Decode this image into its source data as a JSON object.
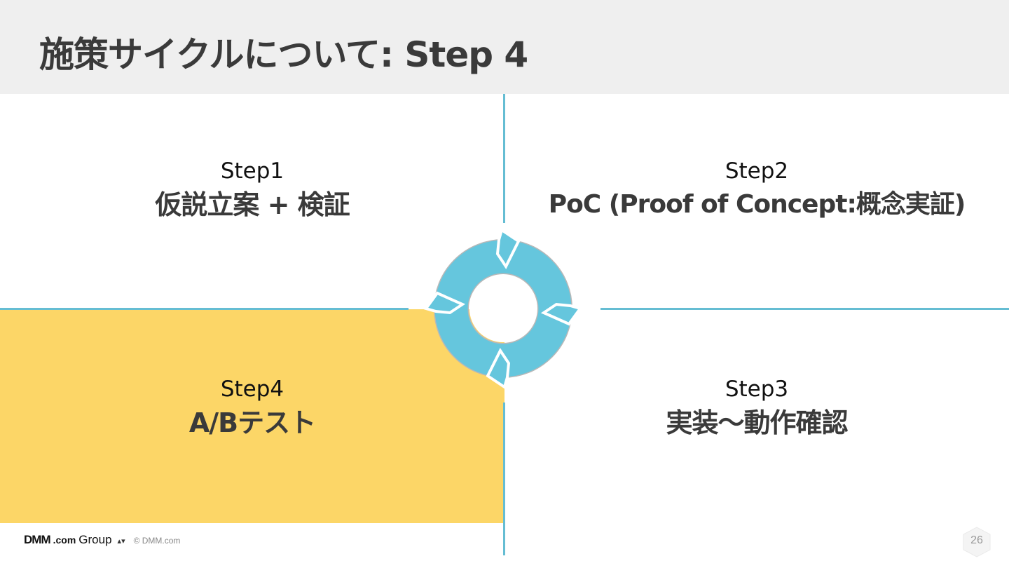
{
  "slide": {
    "title": "施策サイクルについて: Step 4",
    "page_number": "26"
  },
  "quadrants": [
    {
      "step": "Step1",
      "title": "仮説立案 + 検証"
    },
    {
      "step": "Step2",
      "title": "PoC (Proof of Concept:概念実証)"
    },
    {
      "step": "Step3",
      "title": "実装〜動作確認"
    },
    {
      "step": "Step4",
      "title": "A/Bテスト"
    }
  ],
  "highlighted_step": "Step4",
  "footer": {
    "logo_dmm": "DMM",
    "logo_com": ".com",
    "logo_group": "Group",
    "copyright": "© DMM.com"
  },
  "colors": {
    "header_bg": "#efefef",
    "divider": "#65bdd3",
    "highlight": "#fcd667",
    "cycle_arrows": "#65c6dd"
  },
  "icons": {
    "cycle": "cycle-arrows-icon",
    "page_badge": "hexagon-icon",
    "logo_mark": "triangle-marks-icon"
  }
}
